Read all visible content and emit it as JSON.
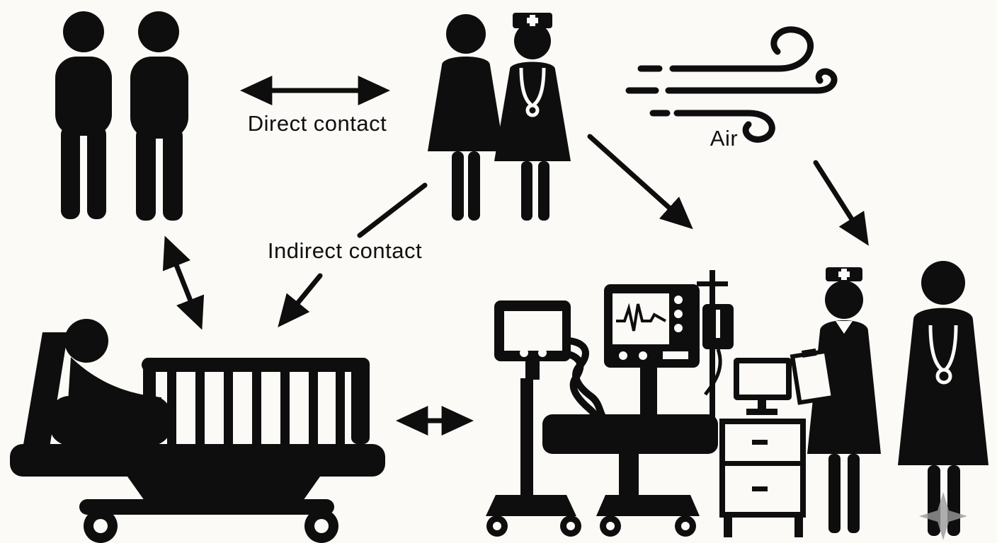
{
  "meta": {
    "background_color": "#fbfaf7",
    "ink_color": "#0e0e0e",
    "watermark_color": "#9a9a9a"
  },
  "labels": {
    "direct_contact": "Direct contact",
    "indirect_contact": "Indirect contact",
    "air": "Air"
  },
  "icons": [
    "people-pair-icon",
    "patient-and-nurse-icon",
    "air-wind-icon",
    "hospital-bed-patient-icon",
    "ventilator-monitor-icon",
    "ecg-monitor-icon",
    "iv-bag-icon",
    "computer-cabinet-icon",
    "nurse-clipboard-icon",
    "doctor-stethoscope-icon",
    "watermark-diamond-icon"
  ],
  "arrows": [
    "direct-contact-double-arrow",
    "people-bed-double-arrow",
    "indirect-contact-line",
    "indirect-contact-arrow",
    "staff-to-equipment-arrow",
    "air-to-staff-arrow",
    "bed-equipment-double-arrow"
  ]
}
